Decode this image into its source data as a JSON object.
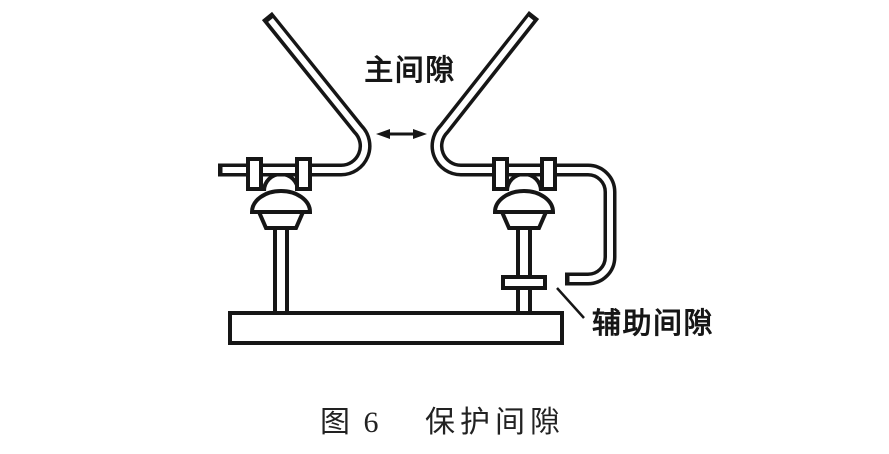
{
  "figure": {
    "labels": {
      "main_gap": "主间隙",
      "auxiliary_gap": "辅助间隙"
    },
    "caption": {
      "label": "图 6",
      "title": "保护间隙"
    },
    "colors": {
      "line": "#161616",
      "background": "#ffffff"
    }
  }
}
